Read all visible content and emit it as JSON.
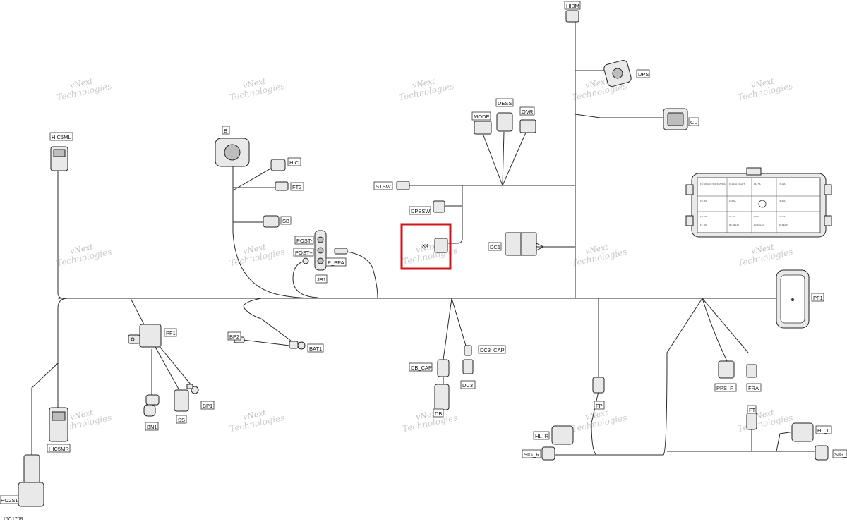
{
  "labels": {
    "HIBM": "HIBM",
    "DPS": "DPS",
    "CL": "CL",
    "MODE": "MODE",
    "DESS": "DESS",
    "OVR": "OVR",
    "HIC5ML": "HIC5ML",
    "B": "B",
    "HIC": "HIC",
    "FT2": "FT2",
    "SB": "SB",
    "STSW": "STSW",
    "DPSSW": "DPSSW",
    "POST_MINUS": "POST-",
    "POST_PLUS": "POST+",
    "P_BPA": "P_BPA",
    "JB1": "JB1",
    "X4": "X4",
    "DC1": "DC1",
    "PF1_RIGHT": "PF1",
    "PF1_LEFT": "PF1",
    "BP2": "BP2",
    "BAT1": "BAT1",
    "BP1": "BP1",
    "BN1": "BN1",
    "SS": "SS",
    "DB_CAP": "DB_CAP",
    "DC3_CAP": "DC3_CAP",
    "DC3": "DC3",
    "DB": "DB",
    "FP": "FP",
    "PPS_F": "PPS_F",
    "FRA": "FRA",
    "HIC5MR": "HIC5MR",
    "HL_R": "HL_R",
    "SIG_R": "SIG_R",
    "FT": "FT",
    "HL_L": "HL_L",
    "SIG_L": "SIG_L",
    "HO2S1": "HO2S1"
  },
  "fuse_box": {
    "cells": [
      "F8 30A ACC SOCKET 50A",
      "F11 10A LIGHTS",
      "F12 5A",
      "F7 10A",
      "F9 15A",
      "F10 5A",
      "F6 20A",
      "F2 10A",
      "F5 10A",
      "F3 5A",
      "F4 15A",
      "F1 10A",
      "R1 RELAY",
      "R2 RELAY",
      "R3 RELAY"
    ]
  },
  "watermark": {
    "line1": "vNext",
    "line2": "Technologies"
  },
  "figure_code": "15C1708",
  "highlight_color": "#d0141a"
}
